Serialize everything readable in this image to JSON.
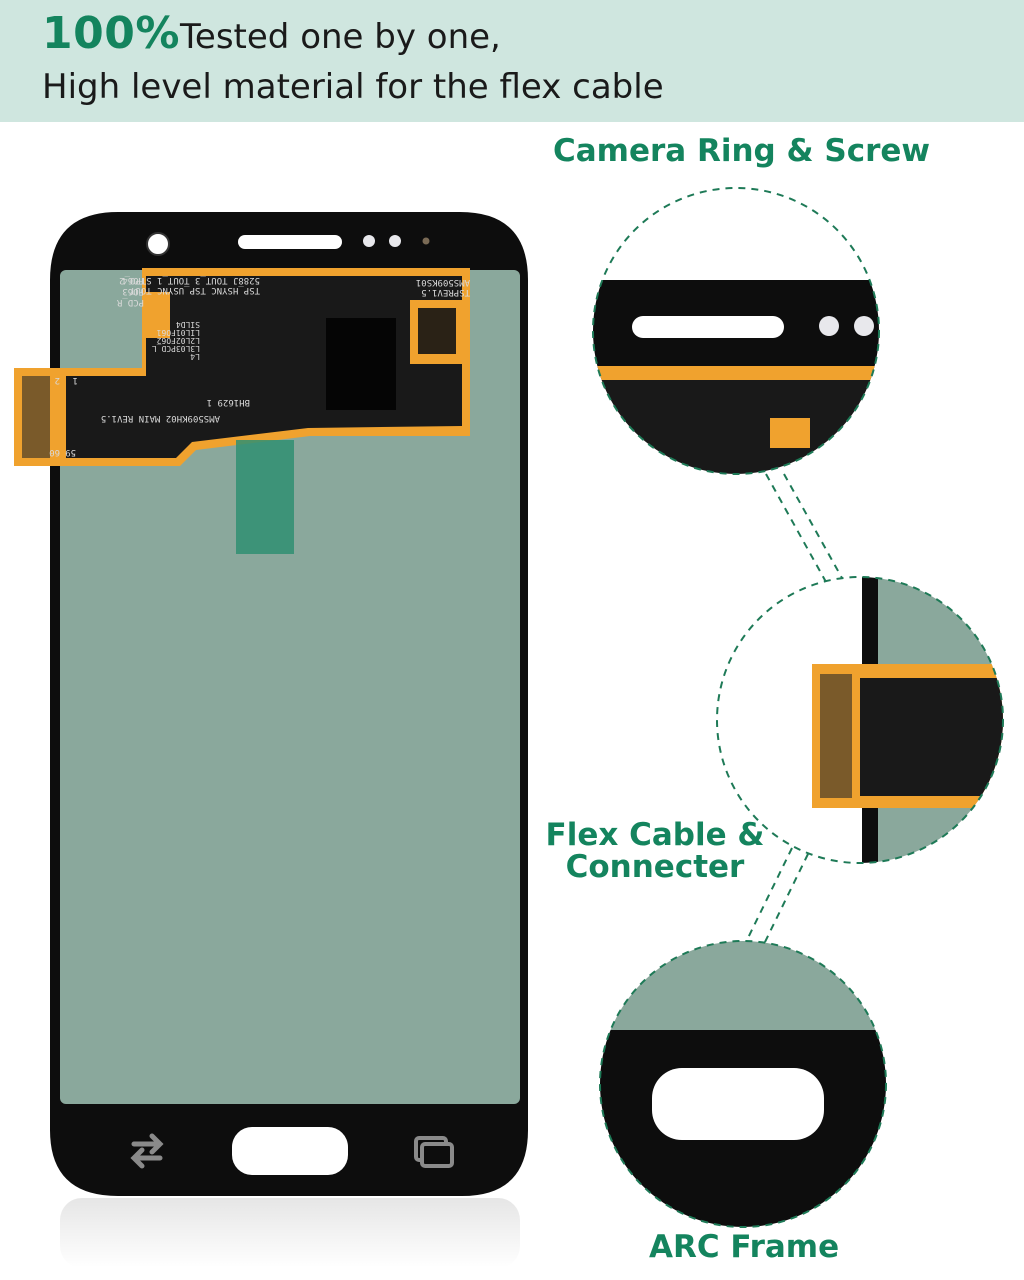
{
  "banner": {
    "highlight": "100%",
    "line1": "Tested one by one,",
    "line2": "High level material for the flex cable"
  },
  "callouts": {
    "camera": "Camera Ring & Screw",
    "flex_line1": "Flex Cable &",
    "flex_line2": "Connecter",
    "frame": "ARC Frame"
  },
  "fpc_labels": {
    "model": "AMS509KH02 MAIN REV1.5",
    "batch": "BH1629 1",
    "tsp": "TSP_HSYNC TSP_USYNC TOUT",
    "tout": "5288J TOUT_3 TOUT_1 STPO_2",
    "pcd": "PCD_R",
    "fo63": "FO63",
    "fo64": "FO64",
    "sild": "SILD4",
    "lil": "LIL01FO61",
    "l2l": "L2L02FO62",
    "l3l": "L3L03PCD_L",
    "l4": "L4",
    "ams": "AMS509KS01",
    "rev": "TSPREV1.5",
    "pin1": "1",
    "pin2": "2",
    "pin59": "59",
    "pin60": "60"
  },
  "colors": {
    "accent": "#14845e",
    "banner_bg": "#cfe6df",
    "screen": "#8aa89c",
    "frame": "#0d0d0d",
    "flex": "#f0a22e"
  }
}
